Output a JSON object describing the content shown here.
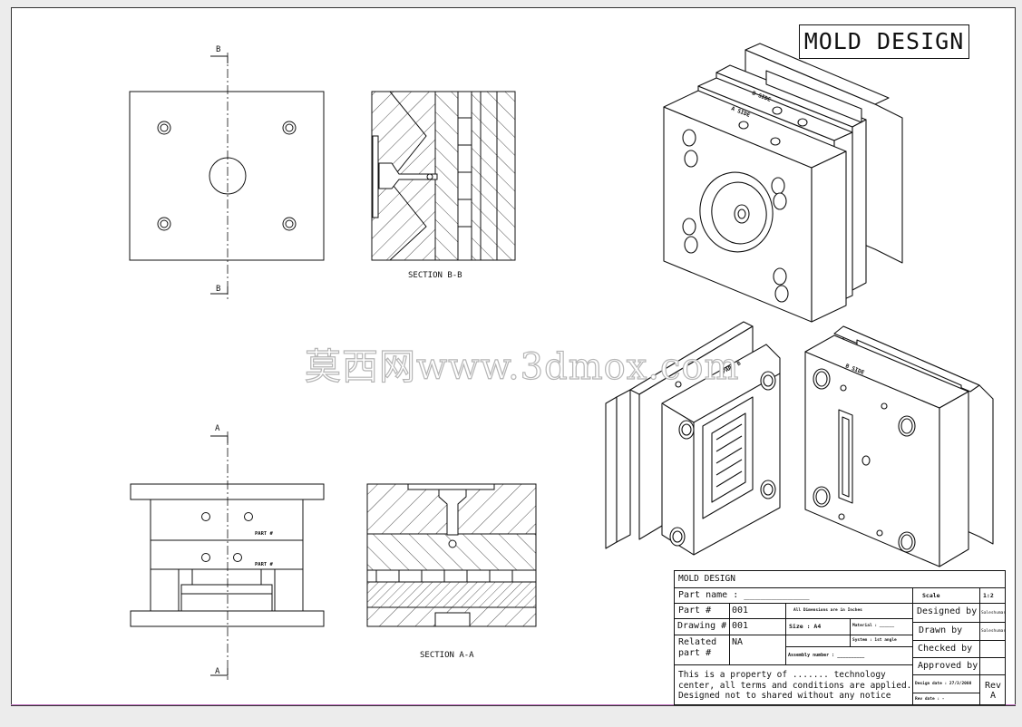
{
  "title": "MOLD DESIGN",
  "watermark": "莫西网www.3dmox.com",
  "views": {
    "section_bb_label": "SECTION B-B",
    "section_aa_label": "SECTION A-A",
    "cut_b_top": "B",
    "cut_b_bottom": "B",
    "cut_a_top": "A",
    "cut_a_bottom": "A",
    "part_label_1": "PART #",
    "part_label_2": "PART #",
    "iso_plate_label_1": "B SIDE",
    "iso_plate_label_2": "A SIDE",
    "iso_plate_label_3": "PART B",
    "iso_plate_label_4": "B SIDE"
  },
  "title_block": {
    "header": "MOLD DESIGN",
    "part_name_label": "Part name :",
    "part_no_label": "Part #",
    "part_no_value": "001",
    "drawing_no_label": "Drawing #",
    "drawing_no_value": "001",
    "related_label": "Related part #",
    "related_value": "NA",
    "dimensions_note": "All Dimensions are in Inches",
    "size_label": "Size",
    "size_value": ": A4",
    "material_label": "Material :",
    "system_label": "System : 1st angle",
    "assembly_label": "Assembly number :",
    "scale_label": "Scale",
    "scale_value": "1:2",
    "designed_by_label": "Designed by",
    "designed_by_value": "Saleshumar",
    "drawn_by_label": "Drawn by",
    "drawn_by_value": "Saleshumar",
    "checked_by_label": "Checked by",
    "approved_by_label": "Approved by",
    "property_note_1": "This is a property of ....... technology",
    "property_note_2": "center, all terms and conditions are applied.",
    "property_note_3": "Designed not to shared without any notice",
    "design_date": "Design date : 27/3/2008",
    "rev_date": "Rev date : -",
    "rev_label": "Rev",
    "rev_value": "A"
  }
}
